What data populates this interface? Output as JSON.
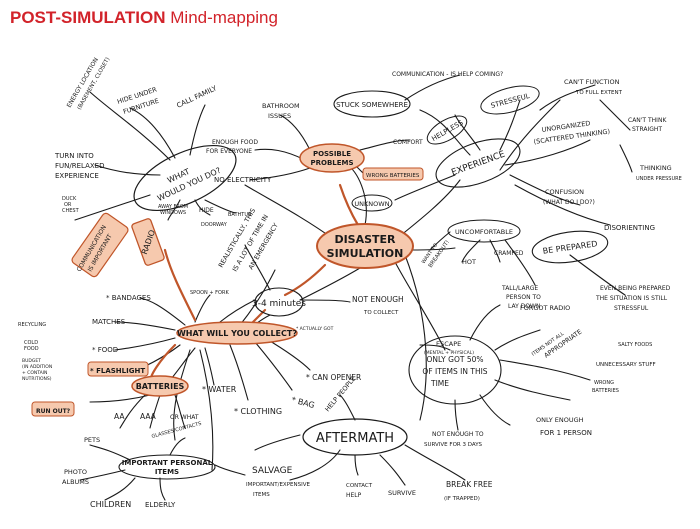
{
  "header": {
    "title_bold": "POST-SIMULATION",
    "title_light": "Mind-mapping"
  },
  "colors": {
    "accent_red": "#d2232a",
    "highlight_fill": "#f6c9ae",
    "highlight_stroke": "#c0562a",
    "ink": "#1a1a1a"
  },
  "nodes": {
    "disaster_simulation": [
      "DISASTER",
      "SIMULATION"
    ],
    "what_would_you_do": [
      "WHAT",
      "WOULD YOU DO?"
    ],
    "possible_problems": [
      "POSSIBLE",
      "PROBLEMS"
    ],
    "stuck_somewhere": "STUCK SOMEWHERE",
    "experience": "EXPERIENCE",
    "helpless": "HELPLESS",
    "stressful": "STRESSFUL",
    "unknown": "UNKNOWN",
    "uncomfortable": "UNCOMFORTABLE",
    "be_prepared": "BE PREPARED",
    "three_four_minutes": "3-4 minutes",
    "what_will_you_collect": "WHAT WILL YOU COLLECT?",
    "batteries": "BATTERIES",
    "only_got_50": [
      "ONLY GOT 50%",
      "OF ITEMS IN THIS",
      "TIME"
    ],
    "aftermath": "AFTERMATH",
    "important_personal_items": [
      "IMPORTANT PERSONAL",
      "ITEMS"
    ],
    "radio": "RADIO"
  },
  "labels": {
    "energy_location": [
      "ENERGY LOCATION",
      "(BASEMENT, CLOSET)"
    ],
    "hide_under_furniture": [
      "HIDE UNDER",
      "FURNITURE"
    ],
    "call_family": "CALL FAMILY",
    "turn_into_fun": [
      "TURN INTO",
      "FUN/RELAXED",
      "EXPERIENCE"
    ],
    "duck_or_chest": [
      "DUCK",
      "OR",
      "CHEST"
    ],
    "away_from_windows": [
      "AWAY FROM",
      "WINDOWS"
    ],
    "hide_doorway": [
      "HIDE",
      "DOORWAY"
    ],
    "bathtub": "BATHTUB",
    "bathroom_issues": [
      "BATHROOM",
      "ISSUES"
    ],
    "enough_food": [
      "ENOUGH FOOD",
      "FOR EVERYONE"
    ],
    "no_electricity": "NO ELECTRICITY",
    "comfort": "COMFORT",
    "wrong_batteries": "WRONG BATTERIES",
    "communication_help": "COMMUNICATION - IS HELP COMING?",
    "cant_function": [
      "CAN'T FUNCTION",
      "TO FULL EXTENT"
    ],
    "unorganized": [
      "UNORGANIZED",
      "(SCATTERED THINKING)"
    ],
    "cant_think": [
      "CAN'T THINK",
      "STRAIGHT"
    ],
    "thinking_pressure": [
      "THINKING",
      "UNDER PRESSURE"
    ],
    "confusion": [
      "CONFUSION",
      "(WHAT DO I DO?)"
    ],
    "disorienting": "DISORIENTING",
    "want_to_breakout": [
      "WANT TO",
      "BREAKOUT!"
    ],
    "hot": "HOT",
    "cramped": "CRAMPED",
    "tall_large_person": [
      "TALL/LARGE",
      "PERSON TO",
      "LAY DOWN"
    ],
    "even_being_prepared": [
      "EVEN BEING PREPARED",
      "THE SITUATION IS STILL",
      "STRESSFUL"
    ],
    "realistically": [
      "REALISTICALLY, THIS",
      "IS A LOT OF TIME IN",
      "AN EMERGENCY"
    ],
    "not_enough_collect": [
      "NOT ENOUGH",
      "TO COLLECT"
    ],
    "communication_important": [
      "COMMUNICATION",
      "IS IMPORTANT"
    ],
    "bandages": "* BANDAGES",
    "spoon_fork": "SPOON + FORK",
    "recycling": "RECYCLING",
    "matches": "MATCHES",
    "food": "* FOOD",
    "cold_food": [
      "COLD",
      "FOOD"
    ],
    "budget": [
      "BUDGET",
      "(IN ADDITION",
      "+ CONTAIN",
      "NUTRITIONS)"
    ],
    "flashlight": "* FLASHLIGHT",
    "actually_got": "* ACTUALLY GOT",
    "water": "* WATER",
    "clothing": "* CLOTHING",
    "bag": "* BAG",
    "can_opener": "* CAN OPENER",
    "run_out": "RUN OUT?",
    "aa": "AA",
    "aaa": "AAA",
    "or_what": "OR WHAT",
    "escape": [
      "ESCAPE",
      "(MENTAL + PHYSICAL)"
    ],
    "forgot_radio": "FORGOT RADIO",
    "items_not_appropriate": [
      "ITEMS NOT ALL",
      "APPROPRIATE"
    ],
    "salty_foods": "SALTY FOODS",
    "unnecessary_stuff": "UNNECESSARY STUFF",
    "wrong_batteries_2": [
      "WRONG",
      "BATTERIES"
    ],
    "only_enough": [
      "ONLY ENOUGH",
      "FOR 1 PERSON"
    ],
    "not_enough_survive": [
      "NOT ENOUGH TO",
      "SURVIVE FOR 3 DAYS"
    ],
    "help_people": "HELP PEOPLE",
    "contact_help": [
      "CONTACT",
      "HELP"
    ],
    "survive": "SURVIVE",
    "break_free": [
      "BREAK FREE",
      "(IF TRAPPED)"
    ],
    "salvage": "SALVAGE",
    "important_expensive": [
      "IMPORTANT/EXPENSIVE",
      "ITEMS"
    ],
    "pets": "PETS",
    "glasses_contacts": "GLASSES/CONTACTS",
    "photo_albums": [
      "PHOTO",
      "ALBUMS"
    ],
    "children": "CHILDREN",
    "elderly": "ELDERLY"
  }
}
